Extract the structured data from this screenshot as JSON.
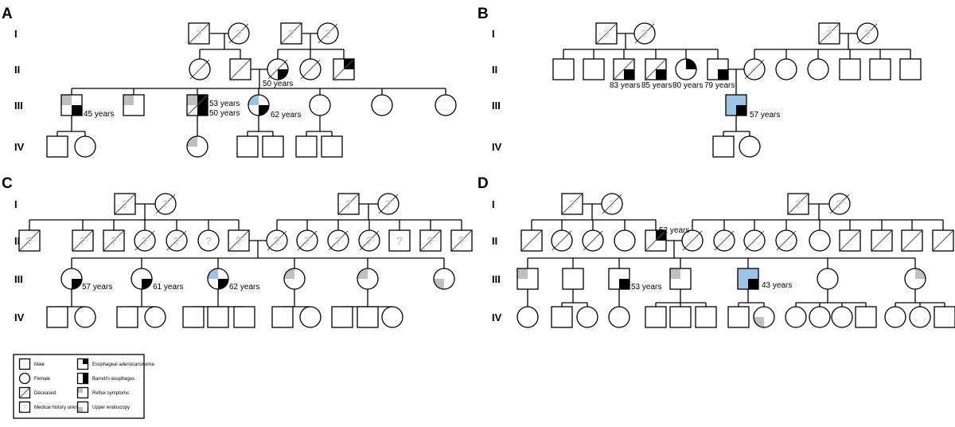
{
  "colors": {
    "line": "#000000",
    "esophageal": "#000000",
    "endoscopy": "#c0c0c0",
    "barrett": "#9dc3e6",
    "deceased_slash": "#555555",
    "unknown": "#c8c8c8"
  },
  "panels": [
    {
      "letter": "A",
      "generations": [
        "I",
        "II",
        "III",
        "IV"
      ]
    },
    {
      "letter": "B",
      "generations": [
        "I",
        "II",
        "III",
        "IV"
      ]
    },
    {
      "letter": "C",
      "generations": [
        "I",
        "II",
        "III",
        "IV"
      ]
    },
    {
      "letter": "D",
      "generations": [
        "I",
        "II",
        "III",
        "IV"
      ]
    }
  ],
  "ages": {
    "A": [
      "50 years",
      "45 years",
      "53 years",
      "50 years",
      "62 years"
    ],
    "B": [
      "83 years",
      "85 years",
      "80 years",
      "79 years",
      "57 years"
    ],
    "C": [
      "57 years",
      "61 years",
      "62 years"
    ],
    "D": [
      "52 years",
      "53 years",
      "43 years"
    ]
  },
  "unknown_mark": "?",
  "legend": [
    {
      "icon": "male-square",
      "label": "Male"
    },
    {
      "icon": "esophageal-adenocarcinoma-symbol",
      "label": "Esophageal adenocarcinoma"
    },
    {
      "icon": "female-circle",
      "label": "Female"
    },
    {
      "icon": "barretts-esophagus-symbol",
      "label": "Barrett's esophagus"
    },
    {
      "icon": "deceased-symbol",
      "label": "Deceased"
    },
    {
      "icon": "reflux-symptoms-symbol",
      "label": "Reflux symptoms"
    },
    {
      "icon": "medical-history-unknown-symbol",
      "label": "Medical history unknown"
    },
    {
      "icon": "upper-endoscopy-symbol",
      "label": "Upper endoscopy"
    }
  ]
}
